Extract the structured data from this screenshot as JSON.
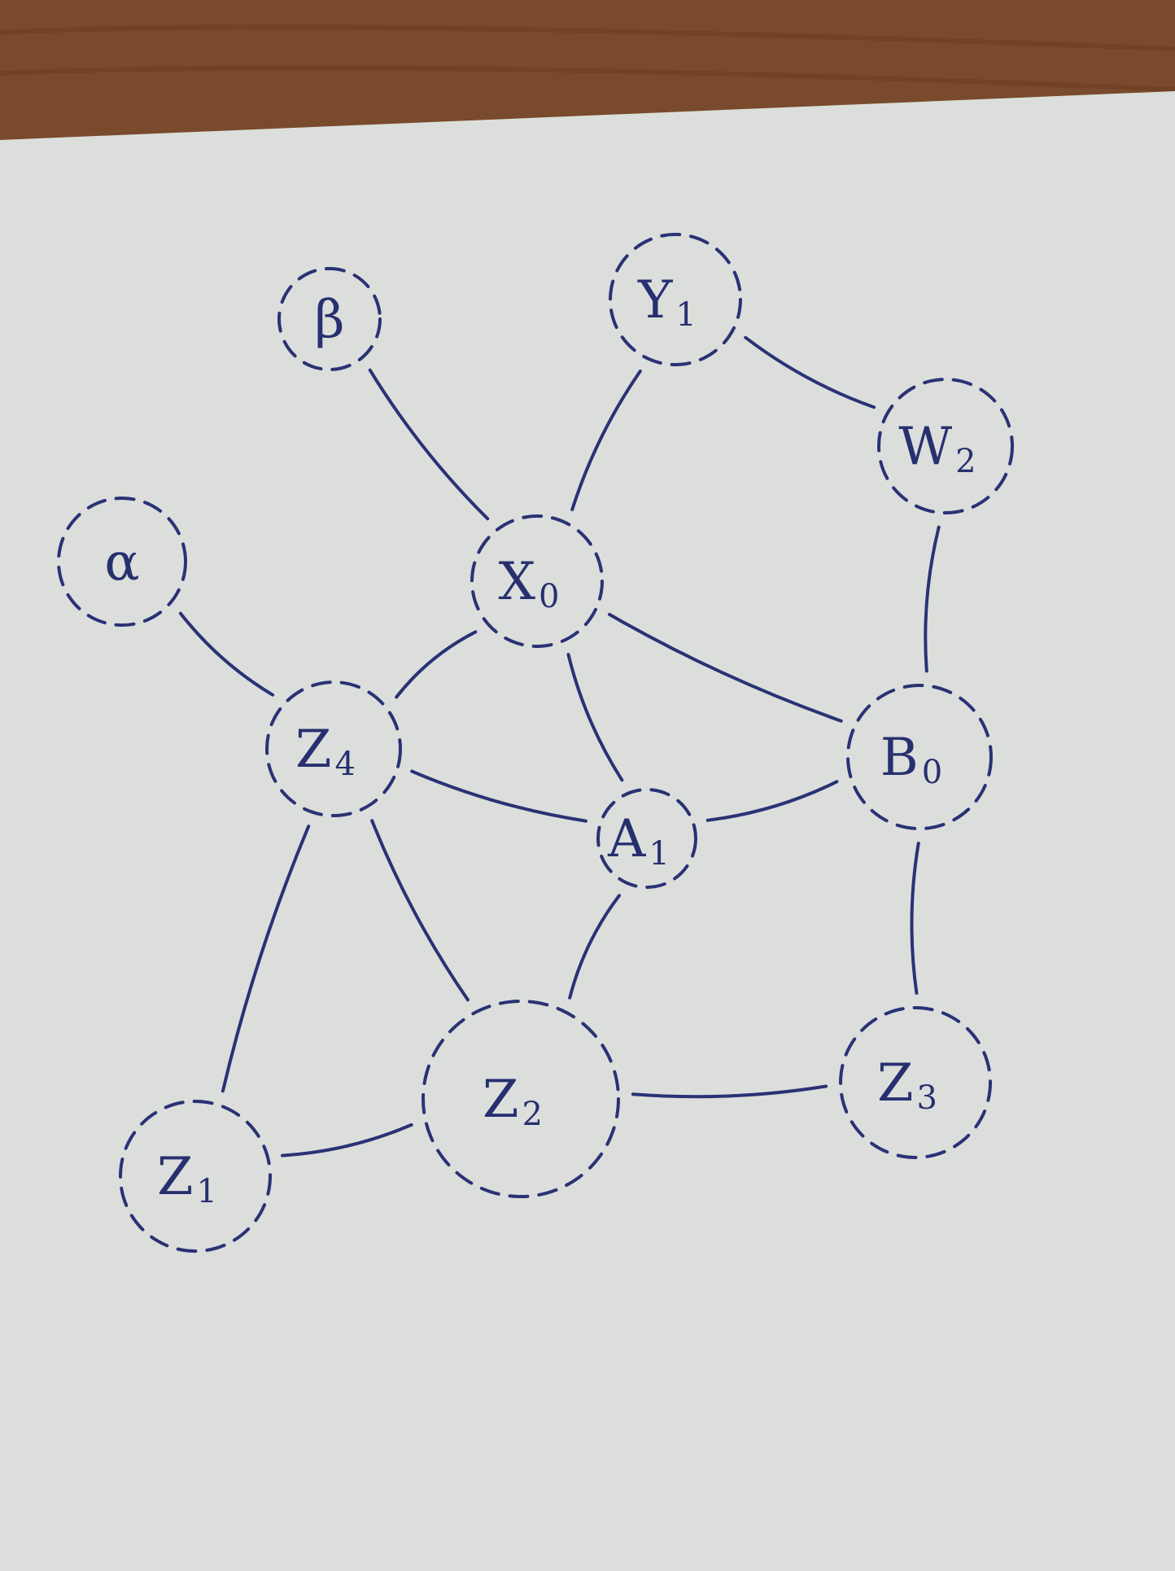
{
  "colors": {
    "ink": "#2a3275",
    "paper": "#dcdedc",
    "wood": "#7a4a2c"
  },
  "nodes": [
    {
      "id": "beta",
      "main": "β",
      "sub": ""
    },
    {
      "id": "y1",
      "main": "Y",
      "sub": "1"
    },
    {
      "id": "w2",
      "main": "W",
      "sub": "2"
    },
    {
      "id": "alpha",
      "main": "α",
      "sub": ""
    },
    {
      "id": "x0",
      "main": "X",
      "sub": "0"
    },
    {
      "id": "z4",
      "main": "Z",
      "sub": "4"
    },
    {
      "id": "a1",
      "main": "A",
      "sub": "1"
    },
    {
      "id": "b0",
      "main": "B",
      "sub": "0"
    },
    {
      "id": "z2",
      "main": "Z",
      "sub": "2"
    },
    {
      "id": "z3",
      "main": "Z",
      "sub": "3"
    },
    {
      "id": "z1",
      "main": "Z",
      "sub": "1"
    }
  ],
  "edges": [
    [
      "beta",
      "x0"
    ],
    [
      "y1",
      "x0"
    ],
    [
      "y1",
      "w2"
    ],
    [
      "w2",
      "b0"
    ],
    [
      "alpha",
      "z4"
    ],
    [
      "x0",
      "z4"
    ],
    [
      "x0",
      "a1"
    ],
    [
      "x0",
      "b0"
    ],
    [
      "z4",
      "a1"
    ],
    [
      "a1",
      "b0"
    ],
    [
      "z4",
      "z2"
    ],
    [
      "z4",
      "z1"
    ],
    [
      "a1",
      "z2"
    ],
    [
      "b0",
      "z3"
    ],
    [
      "z2",
      "z3"
    ],
    [
      "z1",
      "z2"
    ]
  ]
}
